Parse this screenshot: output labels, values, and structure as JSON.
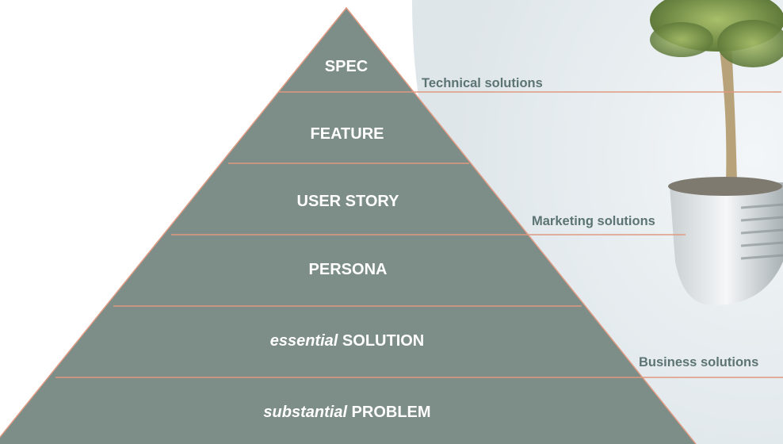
{
  "pyramid": {
    "levels": [
      {
        "prefix": "",
        "text": "SPEC"
      },
      {
        "prefix": "",
        "text": "FEATURE"
      },
      {
        "prefix": "",
        "text": "USER STORY"
      },
      {
        "prefix": "",
        "text": "PERSONA"
      },
      {
        "prefix": "essential",
        "text": " SOLUTION"
      },
      {
        "prefix": "substantial",
        "text": " PROBLEM"
      }
    ]
  },
  "solutions": {
    "technical": "Technical solutions",
    "marketing": "Marketing solutions",
    "business": "Business solutions"
  },
  "colors": {
    "pyramid_fill": "#7d8d87",
    "divider": "#e09a82",
    "label_text": "#5d7474",
    "background_tint": "#e8eef1"
  }
}
